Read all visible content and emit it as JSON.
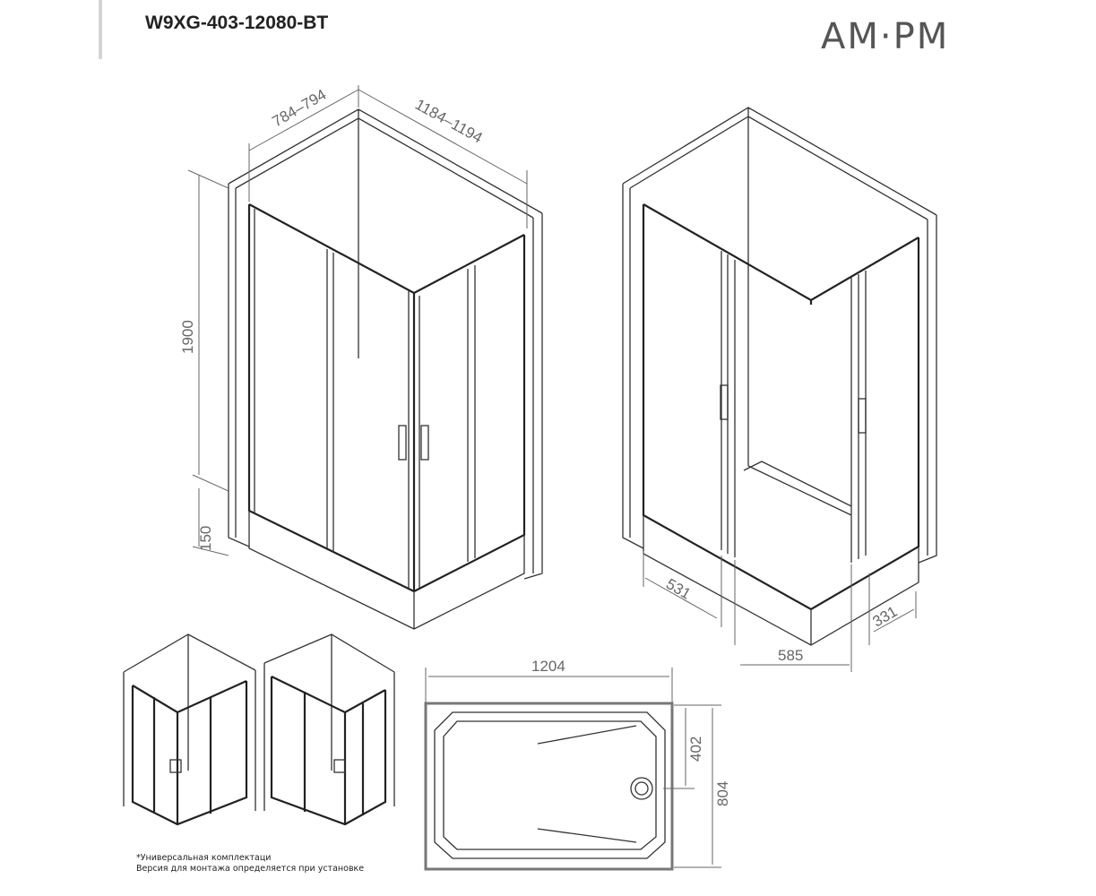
{
  "header": {
    "model": "W9XG-403-12080-BT",
    "logo": "AM·PM"
  },
  "dimensions": {
    "depth": "784–794",
    "width": "1184–1194",
    "height": "1900",
    "tray_height": "150",
    "entry_left": "531",
    "entry_center": "585",
    "entry_right": "331",
    "tray_length": "1204",
    "drain_offset": "402",
    "tray_width": "804"
  },
  "note": {
    "line1": "*Универсальная комплектаци",
    "line2": "Версия для монтажа определяется при установке"
  }
}
